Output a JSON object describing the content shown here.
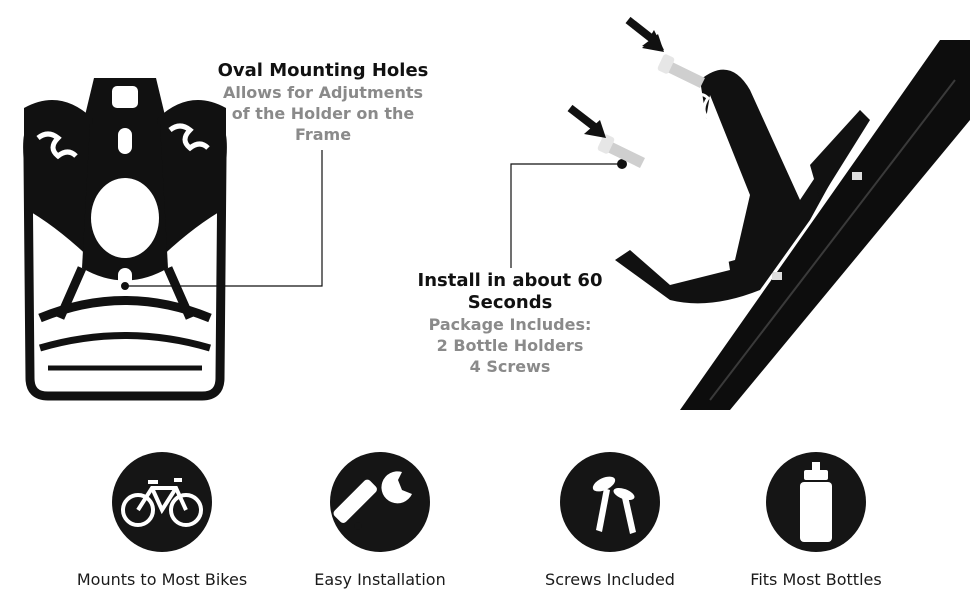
{
  "callouts": {
    "oval": {
      "title": "Oval Mounting Holes",
      "lines": [
        "Allows for Adjutments",
        "of the Holder on the",
        "Frame"
      ]
    },
    "install": {
      "title_lines": [
        "Install in about 60",
        "Seconds"
      ],
      "lines": [
        "Package Includes:",
        "2 Bottle Holders",
        "4 Screws"
      ]
    }
  },
  "features": [
    {
      "label": "Mounts to Most Bikes",
      "icon": "bike-icon"
    },
    {
      "label": "Easy Installation",
      "icon": "wrench-icon"
    },
    {
      "label": "Screws Included",
      "icon": "screws-icon"
    },
    {
      "label": "Fits Most Bottles",
      "icon": "bottle-icon"
    }
  ],
  "colors": {
    "product": "#111111",
    "accent_text": "#8a8a8a",
    "icon_bg": "#151515"
  }
}
